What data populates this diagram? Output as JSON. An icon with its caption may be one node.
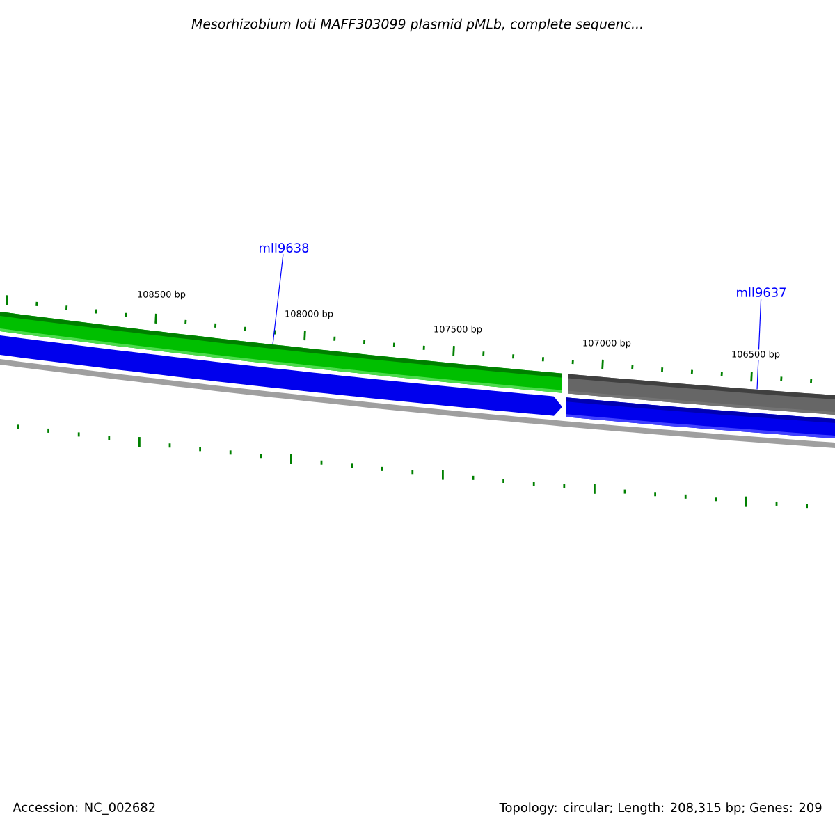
{
  "diagram": {
    "title": "Mesorhizobium loti MAFF303099 plasmid pMLb, complete sequenc...",
    "nodes": [
      {
        "text": [
          "mll9638"
        ]
      },
      {
        "text": [
          "mll9637"
        ]
      },
      {
        "text": [],
        "shape": "bar"
      },
      {
        "text": [],
        "shape": "bar"
      },
      {
        "text": [],
        "shape": "arrow"
      },
      {
        "text": [],
        "shape": "bar"
      }
    ],
    "edges": [
      {
        "from": 0,
        "to": 2,
        "arrow": "none"
      },
      {
        "from": 1,
        "to": 3,
        "arrow": "none"
      }
    ],
    "labels": [
      "108500 bp",
      "108000 bp",
      "107500 bp",
      "107000 bp",
      "106500 bp",
      "Accession: NC_002682",
      "Topology: circular; Length: 208,315 bp; Genes: 209"
    ]
  }
}
